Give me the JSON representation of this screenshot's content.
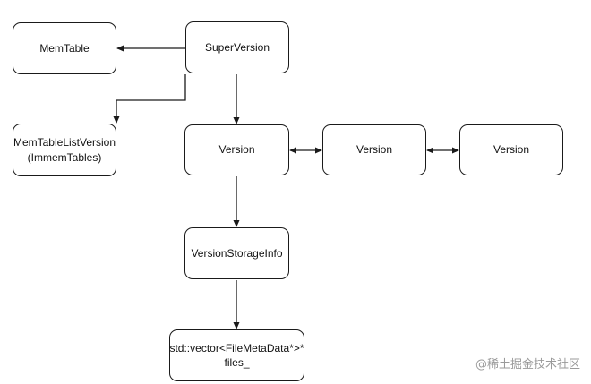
{
  "nodes": {
    "memtable": "MemTable",
    "superversion": "SuperVersion",
    "memtablelist_line1": "MemTableListVersion",
    "memtablelist_line2": "(ImmemTables)",
    "version1": "Version",
    "version2": "Version",
    "version3": "Version",
    "vsi": "VersionStorageInfo",
    "vector_line1": "std::vector<FileMetaData*>*",
    "vector_line2": "files_"
  },
  "watermark": "@稀土掘金技术社区",
  "colors": {
    "line": "#1a1a1a",
    "watermark": "#9a9a9a"
  }
}
